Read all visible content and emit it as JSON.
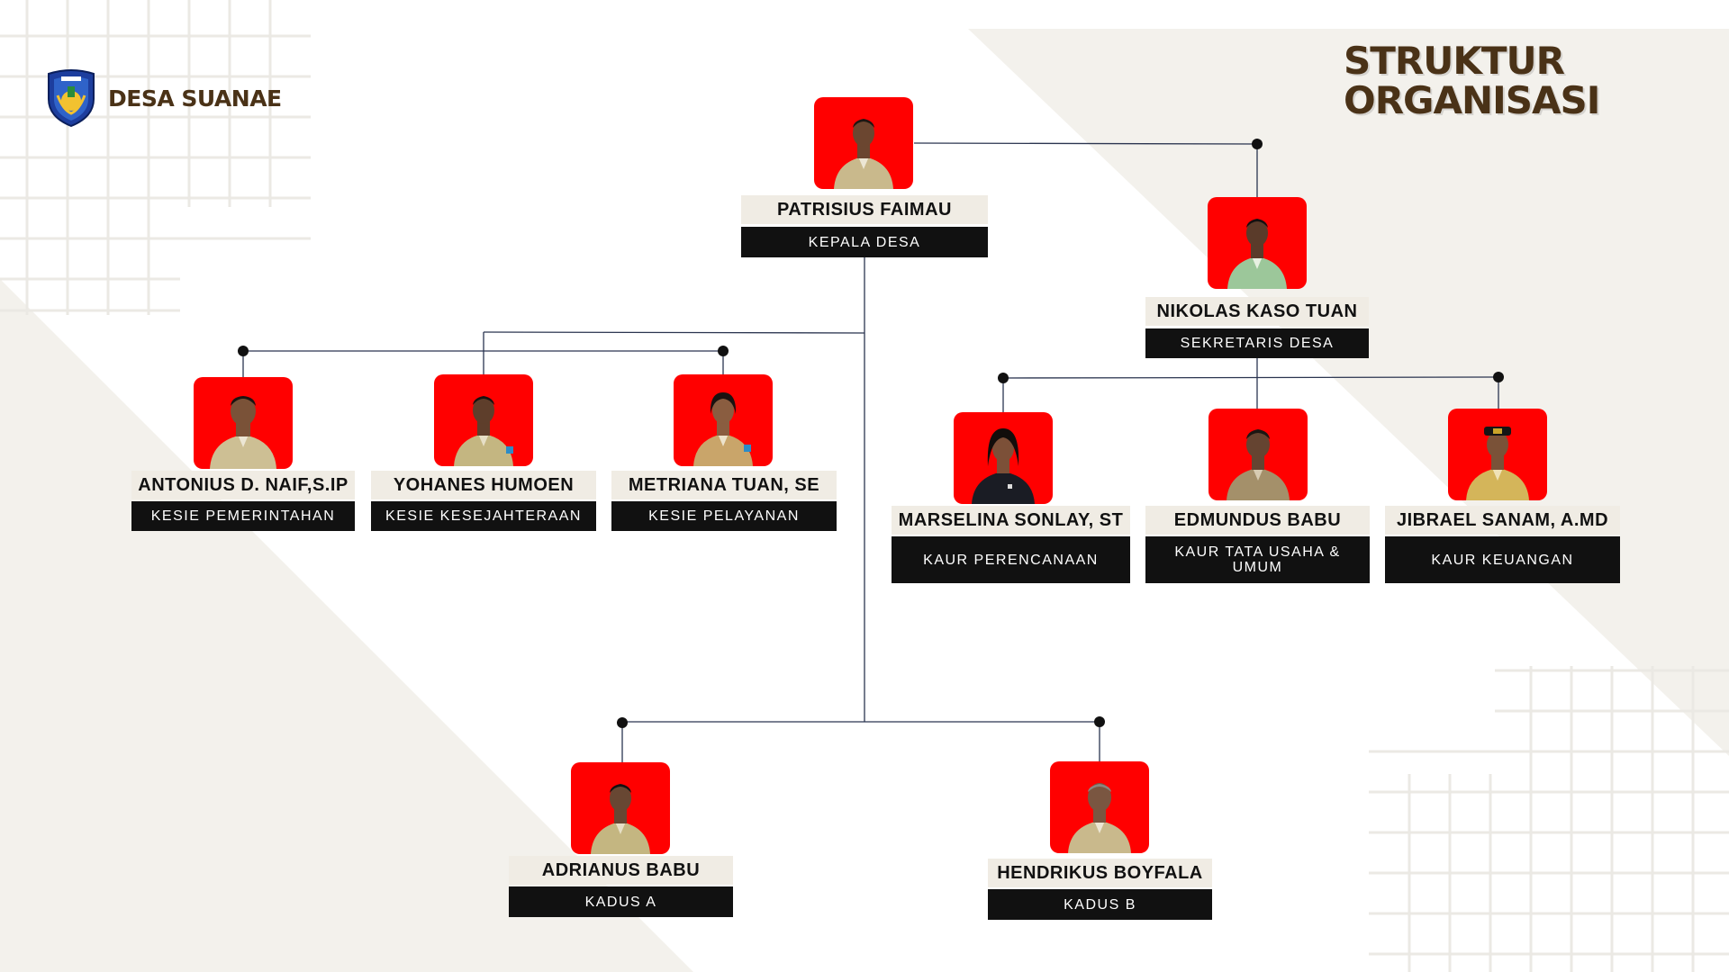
{
  "brand": {
    "name": "DESA SUANAE",
    "logo_icon": "village-shield-emblem"
  },
  "title": {
    "line1": "STRUKTUR",
    "line2": "ORGANISASI"
  },
  "colors": {
    "title": "#4a3217",
    "photo_background": "#ff0000",
    "name_background": "#f0ece4",
    "role_background": "#111111",
    "connector": "#2b3550"
  },
  "members": {
    "kepala": {
      "name": "PATRISIUS FAIMAU",
      "role": "KEPALA DESA"
    },
    "sekretaris": {
      "name": "NIKOLAS KASO TUAN",
      "role": "SEKRETARIS DESA"
    },
    "pemerintahan": {
      "name": "ANTONIUS D. NAIF,S.IP",
      "role": "KESIE PEMERINTAHAN"
    },
    "kesejahteraan": {
      "name": "YOHANES HUMOEN",
      "role": "KESIE KESEJAHTERAAN"
    },
    "pelayanan": {
      "name": "METRIANA TUAN, SE",
      "role": "KESIE PELAYANAN"
    },
    "perencanaan": {
      "name": "MARSELINA SONLAY, ST",
      "role": "KAUR  PERENCANAAN"
    },
    "tatausaha": {
      "name": "EDMUNDUS BABU",
      "role": "KAUR TATA USAHA &\nUMUM"
    },
    "keuangan": {
      "name": "JIBRAEL SANAM, A.MD",
      "role": "KAUR KEUANGAN"
    },
    "kadus_a": {
      "name": "ADRIANUS BABU",
      "role": "KADUS A"
    },
    "kadus_b": {
      "name": "HENDRIKUS BOYFALA",
      "role": "KADUS B"
    }
  }
}
